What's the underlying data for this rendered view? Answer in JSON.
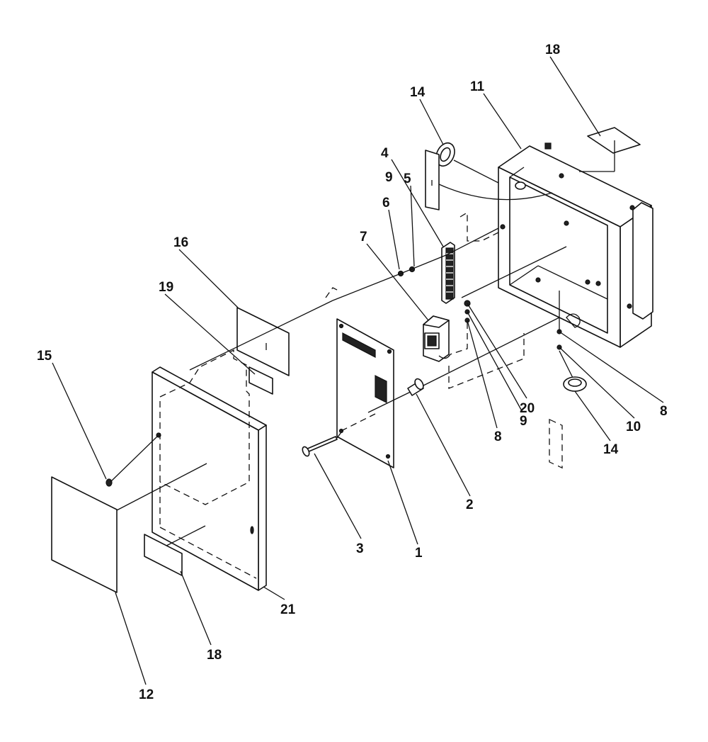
{
  "callouts": [
    {
      "id": "c1",
      "label": "1"
    },
    {
      "id": "c2",
      "label": "2"
    },
    {
      "id": "c3",
      "label": "3"
    },
    {
      "id": "c4",
      "label": "4"
    },
    {
      "id": "c5",
      "label": "5"
    },
    {
      "id": "c6",
      "label": "6"
    },
    {
      "id": "c7",
      "label": "7"
    },
    {
      "id": "c8a",
      "label": "8"
    },
    {
      "id": "c8b",
      "label": "8"
    },
    {
      "id": "c9a",
      "label": "9"
    },
    {
      "id": "c9b",
      "label": "9"
    },
    {
      "id": "c10",
      "label": "10"
    },
    {
      "id": "c11",
      "label": "11"
    },
    {
      "id": "c12",
      "label": "12"
    },
    {
      "id": "c14a",
      "label": "14"
    },
    {
      "id": "c14b",
      "label": "14"
    },
    {
      "id": "c15",
      "label": "15"
    },
    {
      "id": "c16",
      "label": "16"
    },
    {
      "id": "c18a",
      "label": "18"
    },
    {
      "id": "c18b",
      "label": "18"
    },
    {
      "id": "c19",
      "label": "19"
    },
    {
      "id": "c20",
      "label": "20"
    },
    {
      "id": "c21",
      "label": "21"
    }
  ]
}
